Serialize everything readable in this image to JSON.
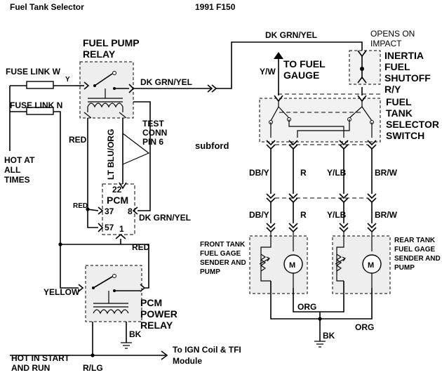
{
  "header": {
    "left_title": "Fuel Tank Selector",
    "right_title": "1991 F150"
  },
  "labels": {
    "fuel_pump_relay_1": "FUEL PUMP",
    "fuel_pump_relay_2": "RELAY",
    "fuse_link_w": "FUSE LINK W",
    "fuse_link_w_tag": "Y",
    "fuse_link_n": "FUSE LINK N",
    "hot_at_all_times_1": "HOT AT",
    "hot_at_all_times_2": "ALL",
    "hot_at_all_times_3": "TIMES",
    "red_left": "RED",
    "lt_blu_org": "LT BLU/ORG",
    "test_conn_1": "TEST",
    "test_conn_2": "CONN",
    "test_conn_3": "PIN 6",
    "dk_grn_yel_relay": "DK GRN/YEL",
    "dk_grn_yel_top": "DK GRN/YEL",
    "dk_grn_yel_pcm": "DK GRN/YEL",
    "pcm": "PCM",
    "pcm_pin_22": "22",
    "pcm_pin_37": "37",
    "pcm_pin_8": "8",
    "pcm_pin_57": "57",
    "pcm_pin_1": "1",
    "red_pcm": "RED",
    "red_bottom": "RED",
    "yellow": "YELLOW",
    "pcm_power_relay_1": "PCM",
    "pcm_power_relay_2": "POWER",
    "pcm_power_relay_3": "RELAY",
    "bk_relay": "BK",
    "hot_in_start_1": "HOT IN START",
    "hot_in_start_2": "AND RUN",
    "r_lg": "R/LG",
    "to_ign_1": "To IGN Coil & TFI",
    "to_ign_2": "Module",
    "subford": "subford",
    "opens_on_impact_1": "OPENS ON",
    "opens_on_impact_2": "IMPACT",
    "inertia_1": "INERTIA",
    "inertia_2": "FUEL",
    "inertia_3": "SHUTOFF",
    "r_y": "R/Y",
    "y_w": "Y/W",
    "to_fuel_gauge_1": "TO FUEL",
    "to_fuel_gauge_2": "GAUGE",
    "selector_1": "FUEL",
    "selector_2": "TANK",
    "selector_3": "SELECTOR",
    "selector_4": "SWITCH",
    "db_y_1": "DB/Y",
    "r_1": "R",
    "y_lb_1": "Y/LB",
    "br_w_1": "BR/W",
    "db_y_2": "DB/Y",
    "r_2": "R",
    "y_lb_2": "Y/LB",
    "br_w_2": "BR/W",
    "front_tank_1": "FRONT TANK",
    "front_tank_2": "FUEL GAGE",
    "front_tank_3": "SENDER AND",
    "front_tank_4": "PUMP",
    "rear_tank_1": "REAR TANK",
    "rear_tank_2": "FUEL GAGE",
    "rear_tank_3": "SENDER AND",
    "rear_tank_4": "PUMP",
    "motor_front": "M",
    "motor_rear": "M",
    "org_1": "ORG",
    "org_2": "ORG",
    "bk_bottom": "BK"
  }
}
